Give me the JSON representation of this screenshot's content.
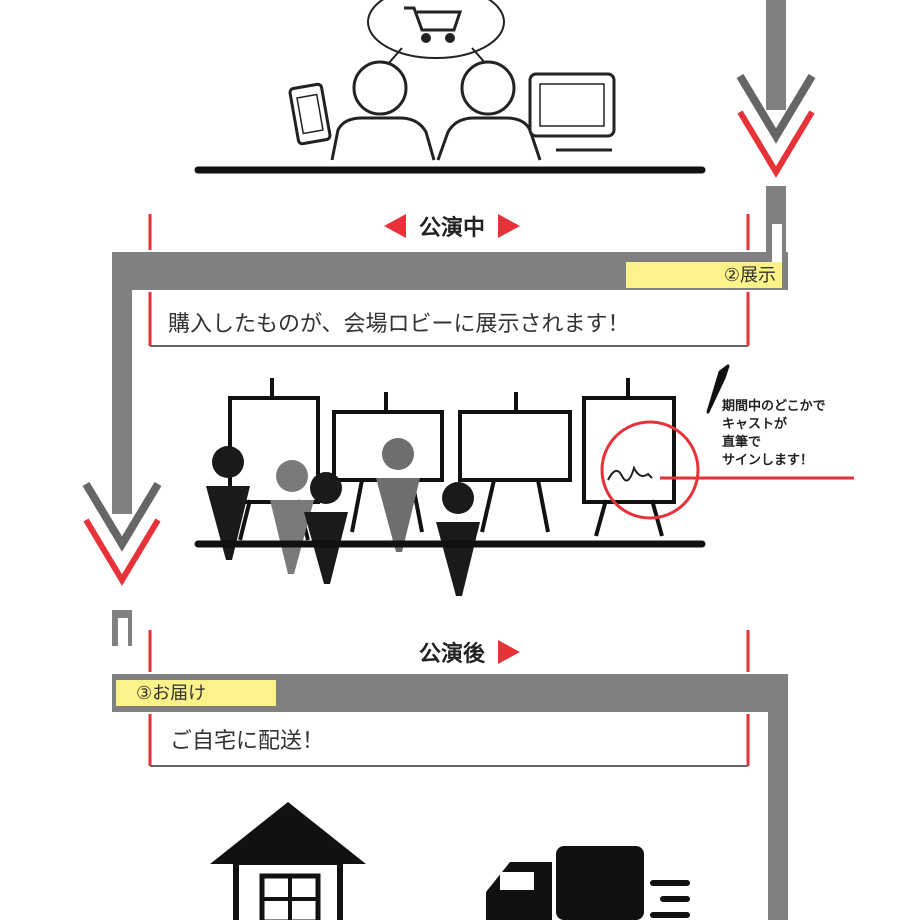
{
  "sections": {
    "during": {
      "heading": "公演中",
      "step_label": "②展示",
      "description": "購入したものが、会場ロビーに展示されます！"
    },
    "sign_note": {
      "lines": [
        "期間中のどこかで",
        "キャストが",
        "直筆で",
        "サインします！"
      ]
    },
    "after": {
      "heading": "公演後",
      "step_label": "③お届け",
      "description": "ご自宅に配送！"
    }
  },
  "colors": {
    "accent_red": "#e8323a",
    "band_gray": "#808080",
    "highlight_yellow": "#fbf28a",
    "ink": "#1a1a1a"
  },
  "icons": [
    "shopping-cart-icon",
    "smartphone-icon",
    "monitor-icon",
    "pen-icon",
    "house-icon",
    "delivery-truck-icon"
  ]
}
